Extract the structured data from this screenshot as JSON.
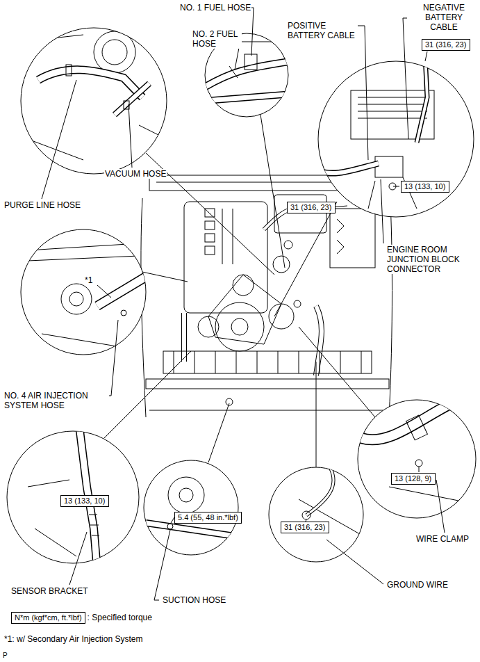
{
  "diagram": {
    "nodes": [
      {
        "text": [
          "31 (316, 23)"
        ]
      },
      {
        "text": [
          "13 (133, 10)"
        ]
      },
      {
        "text": [
          "31 (316, 23)"
        ]
      },
      {
        "text": [
          "13 (128, 9)"
        ]
      },
      {
        "text": [
          "13 (133, 10)"
        ]
      },
      {
        "text": [
          "5.4 (55, 48 in.*lbf)"
        ]
      },
      {
        "text": [
          "31 (316, 23)"
        ]
      },
      {
        "text": [
          "N*m (kgf*cm, ft.*lbf)",
          ": Specified torque"
        ]
      }
    ],
    "labels": [
      "NO. 1 FUEL HOSE",
      "NEGATIVE BATTERY CABLE",
      "POSITIVE BATTERY CABLE",
      "NO. 2 FUEL HOSE",
      "VACUUM HOSE",
      "PURGE LINE HOSE",
      "ENGINE ROOM JUNCTION BLOCK CONNECTOR",
      "*1",
      "NO. 4 AIR INJECTION SYSTEM HOSE",
      "WIRE CLAMP",
      "GROUND WIRE",
      "SENSOR BRACKET",
      "SUCTION HOSE",
      "*1: w/ Secondary Air Injection System",
      "P"
    ]
  }
}
